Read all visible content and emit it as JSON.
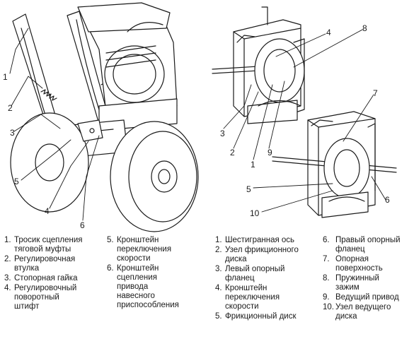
{
  "left_callouts": [
    "1",
    "2",
    "3",
    "5",
    "4",
    "6"
  ],
  "right_callouts": [
    "4",
    "8",
    "7",
    "3",
    "2",
    "1",
    "9",
    "5",
    "10",
    "6"
  ],
  "legend_left_a": [
    {
      "num": "1.",
      "text": "Тросик сцепления\nтяговой муфты"
    },
    {
      "num": "2.",
      "text": "Регулировочная\nвтулка"
    },
    {
      "num": "3.",
      "text": "Стопорная гайка"
    },
    {
      "num": "4.",
      "text": "Регулировочный\nповоротный\nштифт"
    }
  ],
  "legend_left_b": [
    {
      "num": "5.",
      "text": "Кронштейн\nпереключения\nскорости"
    },
    {
      "num": "6.",
      "text": "Кронштейн\nсцепления\nпривода\nнавесного\nприспособления"
    }
  ],
  "legend_right_a": [
    {
      "num": "1.",
      "text": "Шестигранная ось"
    },
    {
      "num": "2.",
      "text": "Узел фрикционного\nдиска"
    },
    {
      "num": "3.",
      "text": "Левый опорный\nфланец"
    },
    {
      "num": "4.",
      "text": "Кронштейн\nпереключения\nскорости"
    },
    {
      "num": "5.",
      "text": "Фрикционный диск"
    }
  ],
  "legend_right_b": [
    {
      "num": "6.",
      "text": "Правый опорный\nфланец"
    },
    {
      "num": "7.",
      "text": "Опорная\nповерхность"
    },
    {
      "num": "8.",
      "text": "Пружинный\nзажим"
    },
    {
      "num": "9.",
      "text": "Ведущий привод"
    },
    {
      "num": "10.",
      "text": "Узел ведущего\nдиска"
    }
  ]
}
